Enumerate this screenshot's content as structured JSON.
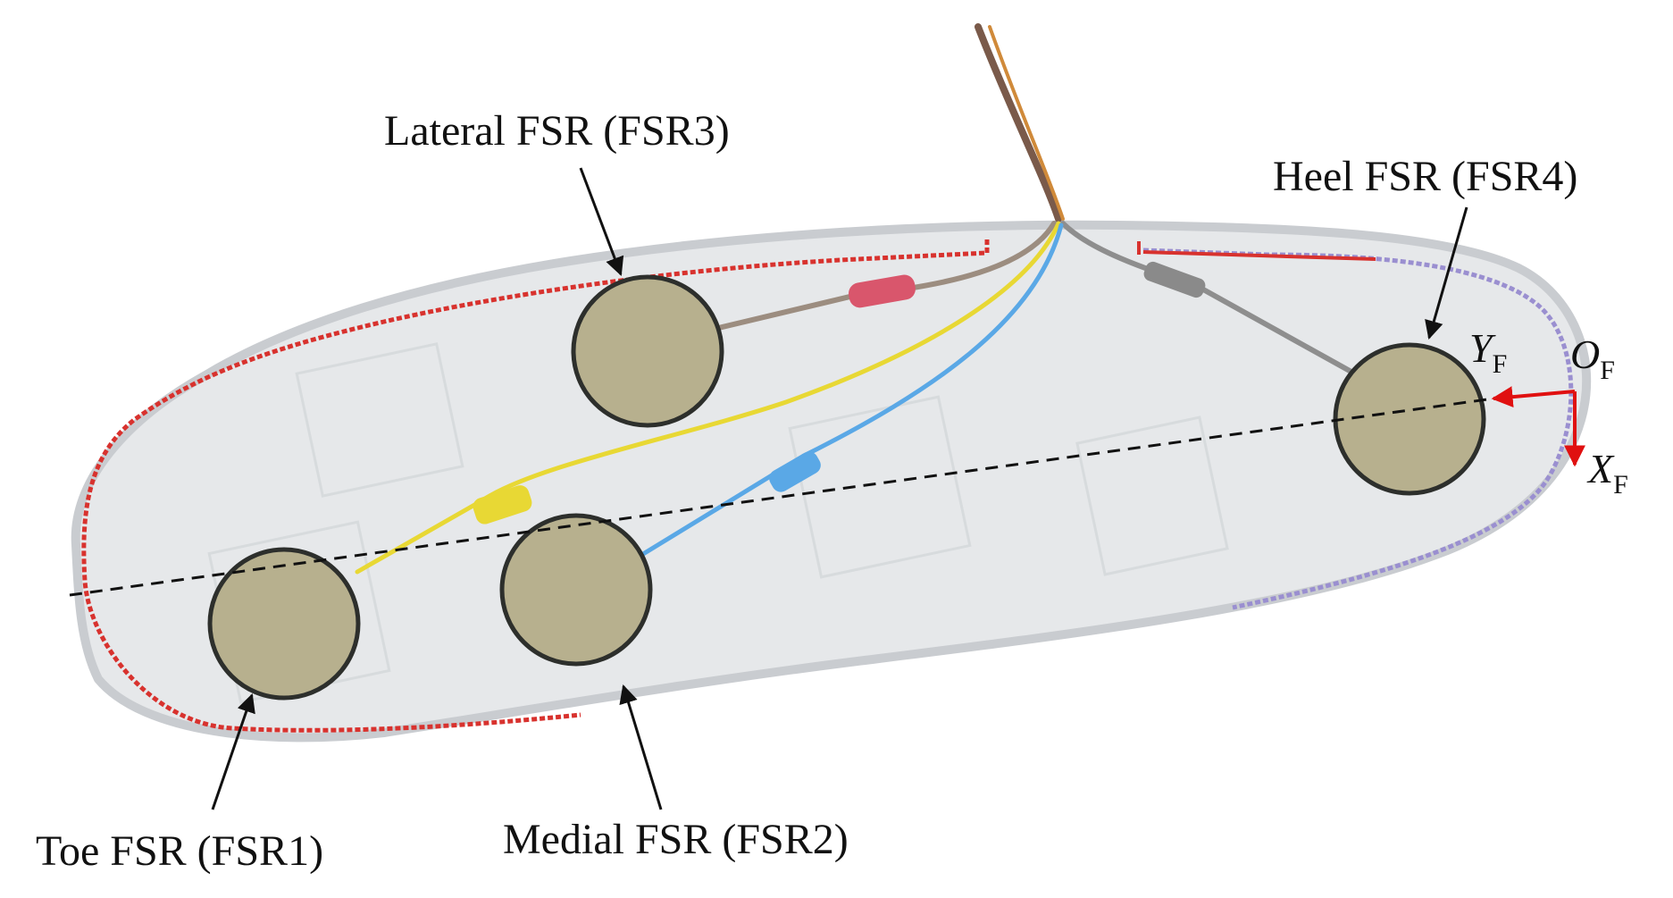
{
  "labels": {
    "toe": "Toe FSR (FSR1)",
    "medial": "Medial FSR (FSR2)",
    "lateral": "Lateral FSR (FSR3)",
    "heel": "Heel FSR (FSR4)"
  },
  "axes": {
    "x_letter": "X",
    "x_sub": "F",
    "y_letter": "Y",
    "y_sub": "F",
    "o_letter": "O",
    "o_sub": "F"
  },
  "colors": {
    "insole": "#e6e8ea",
    "insole_edge": "#c9ccd0",
    "stitch_red": "#d8322e",
    "stitch_purple": "#9a8fd0",
    "sensor_fill": "#b7b08e",
    "sensor_ring": "#2d2f2c",
    "frame_arrow": "#e01010",
    "yellow_lead": "#e8d834",
    "blue_lead": "#5aa8e6",
    "pink_lead": "#d9566c"
  }
}
